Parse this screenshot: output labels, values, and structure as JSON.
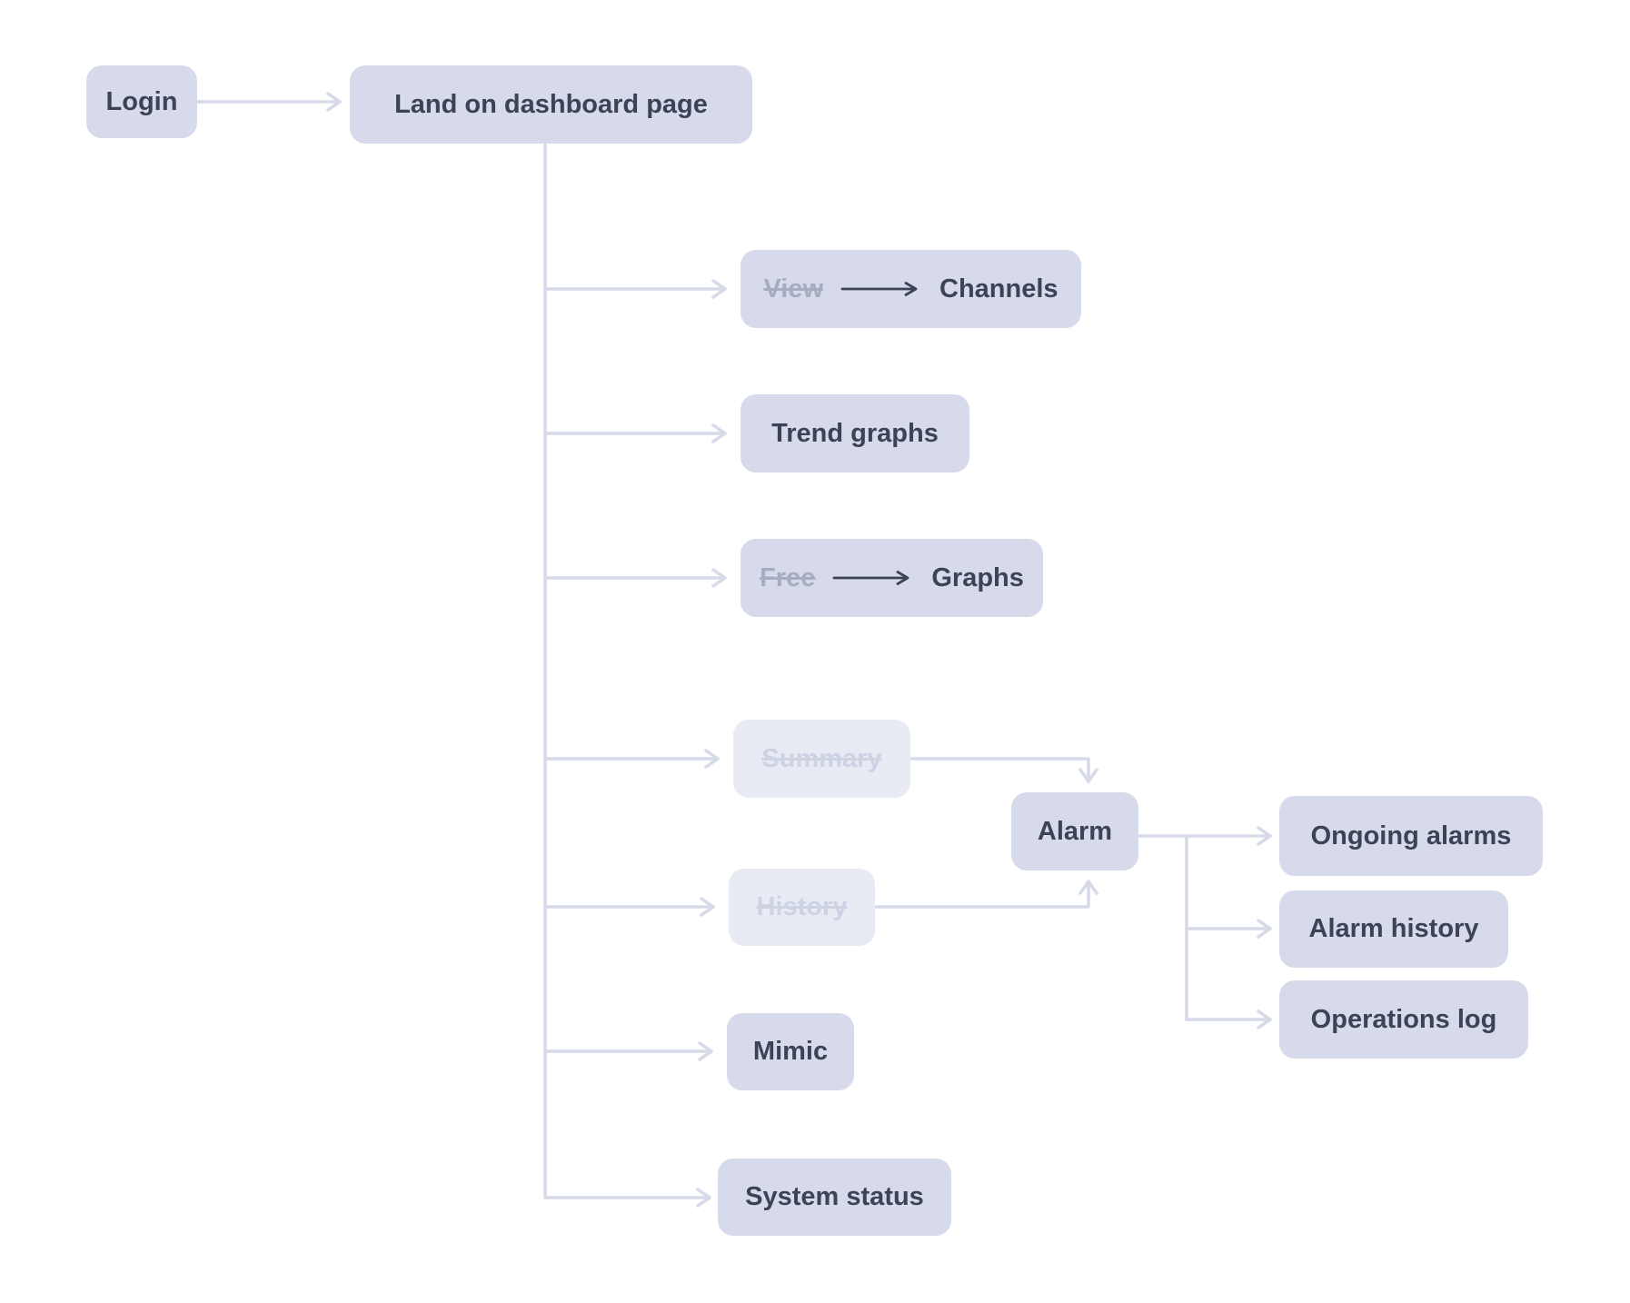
{
  "diagram": {
    "nodes": {
      "login": {
        "label": "Login"
      },
      "land_on_dashboard": {
        "label": "Land on dashboard page"
      },
      "view_channels": {
        "struck_label": "View",
        "label": "Channels"
      },
      "trend_graphs": {
        "label": "Trend graphs"
      },
      "free_graphs": {
        "struck_label": "Free",
        "label": "Graphs"
      },
      "summary": {
        "label": "Summary"
      },
      "history": {
        "label": "History"
      },
      "mimic": {
        "label": "Mimic"
      },
      "system_status": {
        "label": "System status"
      },
      "alarm": {
        "label": "Alarm"
      },
      "ongoing_alarms": {
        "label": "Ongoing alarms"
      },
      "alarm_history": {
        "label": "Alarm history"
      },
      "operations_log": {
        "label": "Operations log"
      }
    },
    "colors": {
      "node_fill": "#d7daea",
      "node_fill_faded": "#e9ebf4",
      "text_dark": "#3c4257",
      "text_struck": "#a6adc3",
      "text_struck_faded": "#ced3e4",
      "connector": "#d7dbe9",
      "inline_arrow": "#3c4257",
      "background": "#ffffff"
    }
  }
}
